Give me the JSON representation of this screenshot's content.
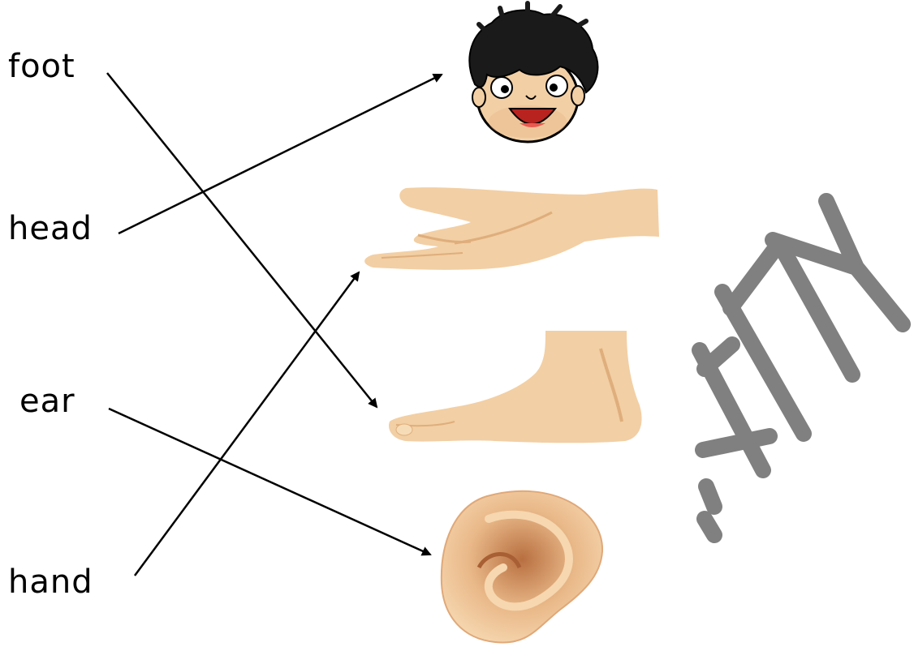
{
  "words": {
    "foot": "foot",
    "head": "head",
    "ear": "ear",
    "hand": "hand"
  },
  "pictures": [
    "boy-head-picture",
    "hand-picture",
    "foot-picture",
    "ear-picture"
  ],
  "watermark": "ACTIVITY",
  "matches": [
    {
      "word": "foot",
      "picture": "foot-picture"
    },
    {
      "word": "head",
      "picture": "boy-head-picture"
    },
    {
      "word": "ear",
      "picture": "ear-picture"
    },
    {
      "word": "hand",
      "picture": "hand-picture"
    }
  ],
  "colors": {
    "line": "#000000",
    "skin": "#f2cfa4",
    "skin_shadow": "#dfae7c",
    "hair": "#1a1a1a",
    "mouth": "#b8231f",
    "ear_inner": "#c8875a",
    "watermark": "#808080"
  }
}
